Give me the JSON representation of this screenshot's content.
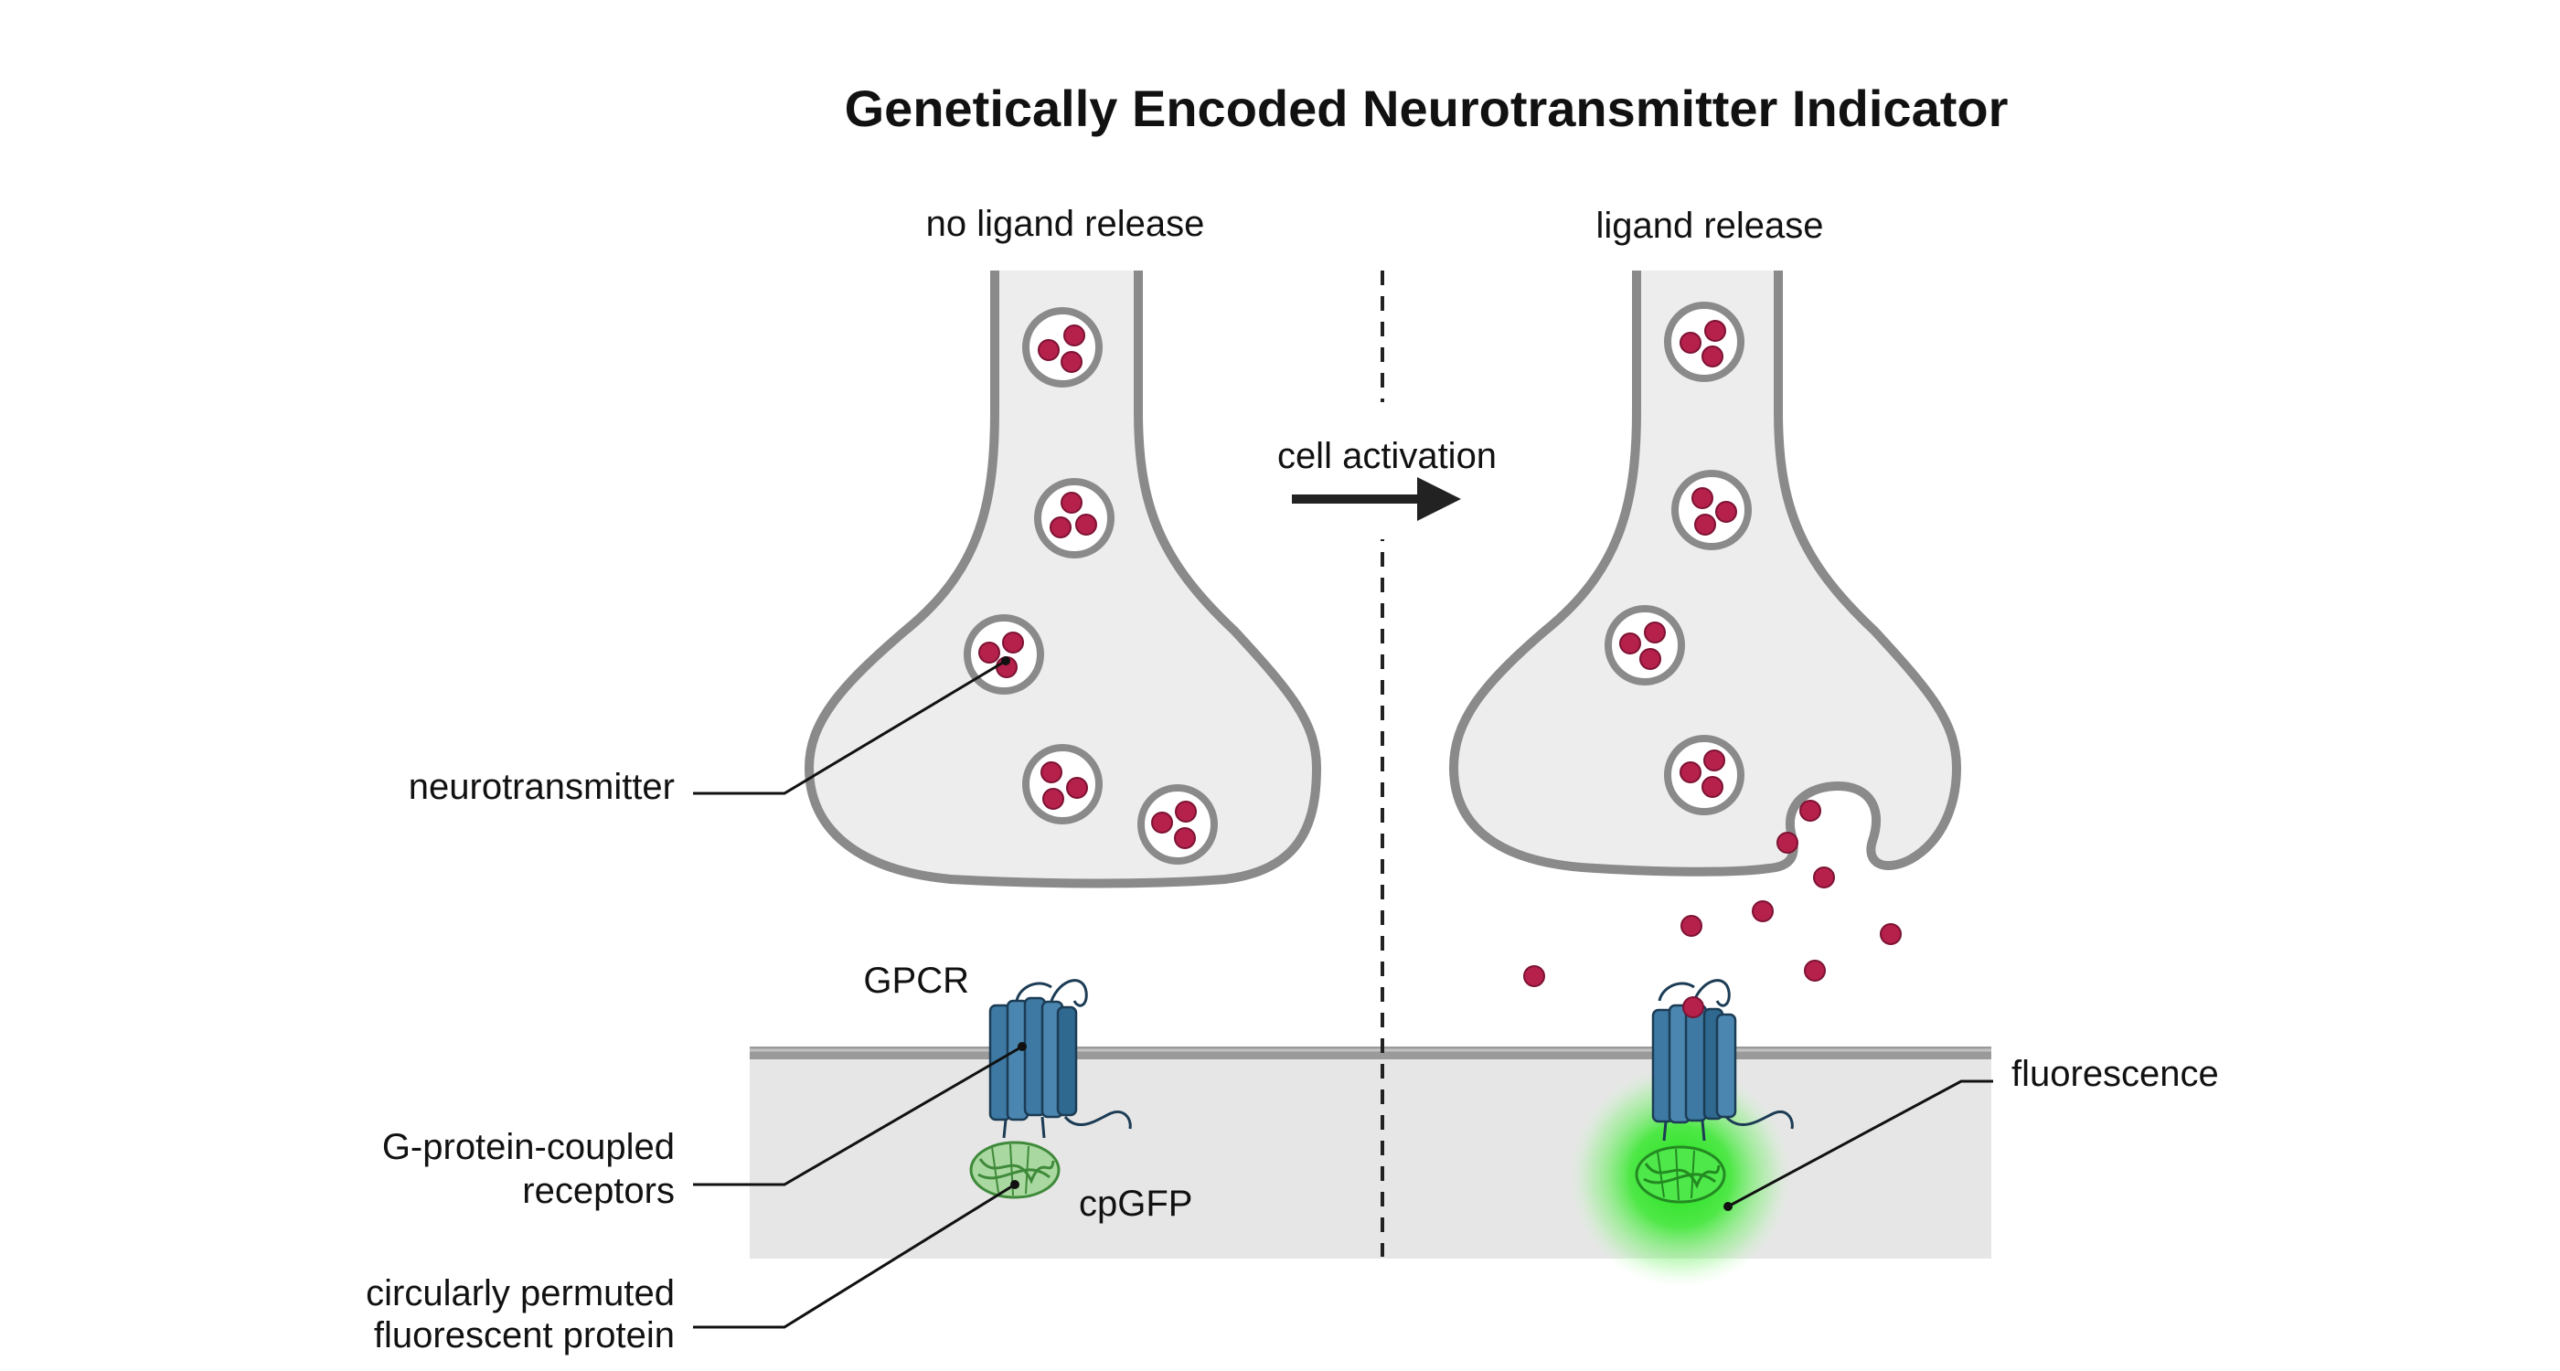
{
  "title": "Genetically Encoded Neurotransmitter Indicator",
  "panels": {
    "left_heading": "no ligand release",
    "right_heading": "ligand release"
  },
  "transition": {
    "label": "cell activation"
  },
  "labels": {
    "neurotransmitter": "neurotransmitter",
    "gpcr": "GPCR",
    "gpcr_full_line1": "G-protein-coupled",
    "gpcr_full_line2": "receptors",
    "cpgfp": "cpGFP",
    "cpfp_line1": "circularly permuted",
    "cpfp_line2": "fluorescent protein",
    "fluorescence": "fluorescence"
  },
  "colors": {
    "terminal_fill": "#ededed",
    "terminal_stroke": "#8a8a8a",
    "neurotransmitter": "#b5214b",
    "receptor": "#3d79a3",
    "cpgfp": "#5fae55",
    "fluorescence": "#22e01c",
    "postsynaptic_cell": "#e6e6e6"
  }
}
